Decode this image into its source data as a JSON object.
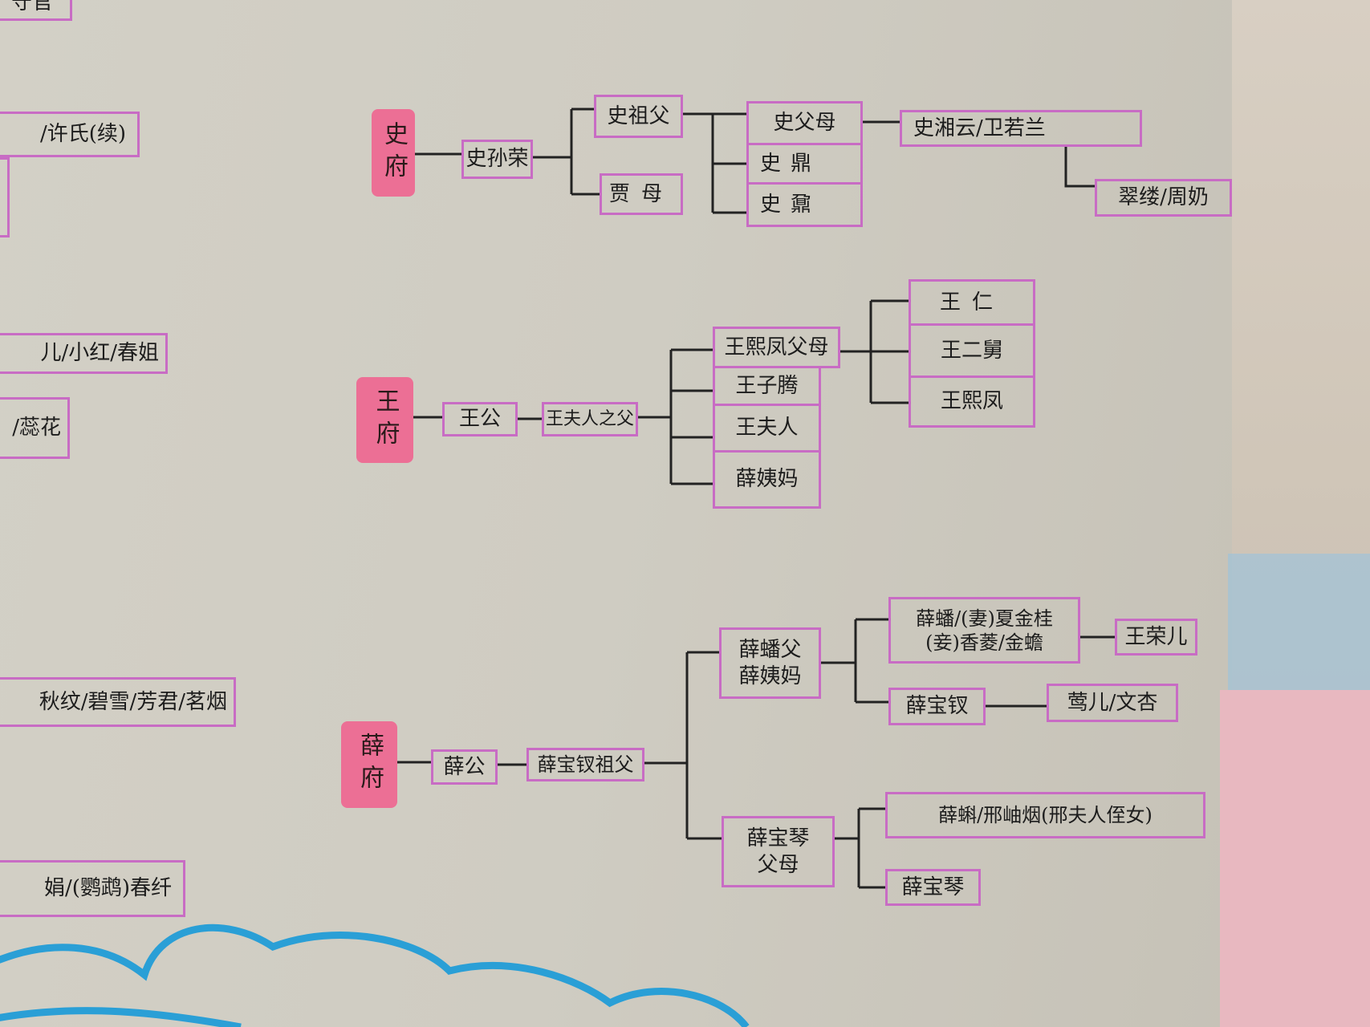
{
  "colors": {
    "house_label": "#ec6f95",
    "box_border": "#c86cc4",
    "ink": "#1c1c1c",
    "cloud": "#2a9fd6",
    "board": "#cfccc2"
  },
  "left_partial": {
    "top": "守官",
    "xu": "/许氏(续)",
    "xiaohong": "儿/小红/春姐",
    "ruihua": "/蕊花",
    "qiuwen": "秋纹/碧雪/芳君/茗烟",
    "chunxian": "娟/(鹦鹉)春纤"
  },
  "shi": {
    "house": "史府",
    "ancestor": "史孙荣",
    "grandfather": "史祖父",
    "jiamu": "贾母",
    "children": [
      "史父母",
      "史鼎",
      "史鼐"
    ],
    "xiangyun": "史湘云/卫若兰",
    "servants": "翠缕/周奶"
  },
  "wang": {
    "house": "王府",
    "gong": "王公",
    "father": "王夫人之父",
    "children": [
      "王熙凤父母",
      "王子腾",
      "王夫人",
      "薛姨妈"
    ],
    "grandchildren": [
      "王仁",
      "王二舅",
      "王熙凤"
    ]
  },
  "xue": {
    "house": "薛府",
    "gong": "薛公",
    "grandfather": "薛宝钗祖父",
    "pan_parents": "薛蟠父\n薛姨妈",
    "pan": "薛蟠/(妻)夏金桂\n(妾)香菱/金蟾",
    "rong": "王荣儿",
    "baochai": "薛宝钗",
    "baochai_servants": "莺儿/文杏",
    "qin_parents": "薛宝琴\n父母",
    "ke": "薛蝌/邢岫烟(邢夫人侄女)",
    "baoqin": "薛宝琴"
  }
}
